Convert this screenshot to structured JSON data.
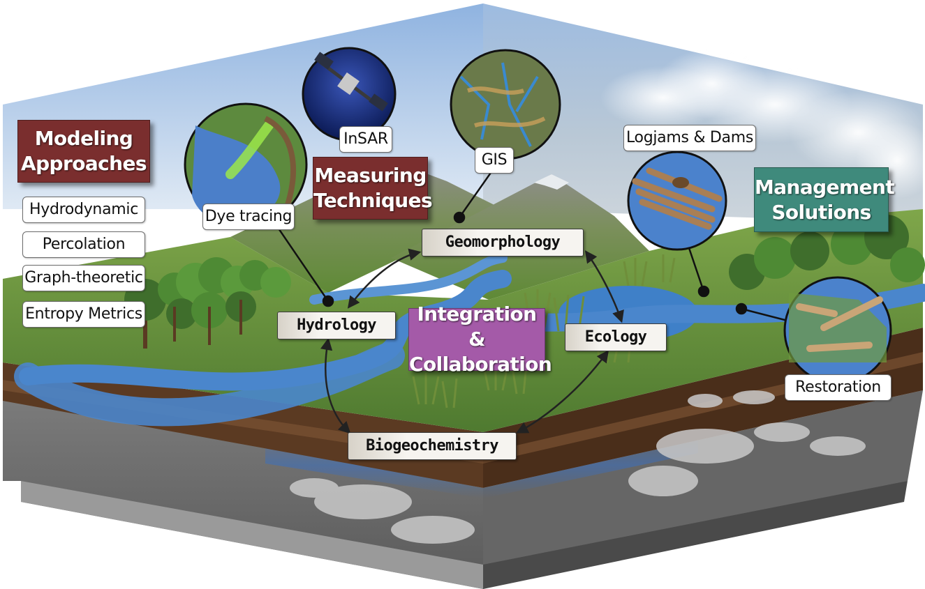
{
  "headings": {
    "modeling": {
      "line1": "Modeling",
      "line2": "Approaches"
    },
    "measuring": {
      "line1": "Measuring",
      "line2": "Techniques"
    },
    "management": {
      "line1": "Management",
      "line2": "Solutions"
    },
    "integration": {
      "line1": "Integration &",
      "line2": "Collaboration"
    }
  },
  "modeling_items": [
    "Hydrodynamic",
    "Percolation",
    "Graph-theoretic",
    "Entropy Metrics"
  ],
  "technique_labels": {
    "insar": "InSAR",
    "gis": "GIS",
    "dye": "Dye tracing"
  },
  "management_labels": {
    "logjams": "Logjams & Dams",
    "restoration": "Restoration"
  },
  "cycle_nodes": {
    "geomorphology": "Geomorphology",
    "hydrology": "Hydrology",
    "ecology": "Ecology",
    "biogeochemistry": "Biogeochemistry"
  },
  "colors": {
    "heading_red": "#7a2e2e",
    "heading_teal": "#3f8a7c",
    "heading_purple": "#a45aa8",
    "sky": "#a9c6e6",
    "grass": "#6f9a3e",
    "water": "#3f7fc6",
    "soil": "#5a3a24",
    "rock": "#8c8c8c"
  }
}
